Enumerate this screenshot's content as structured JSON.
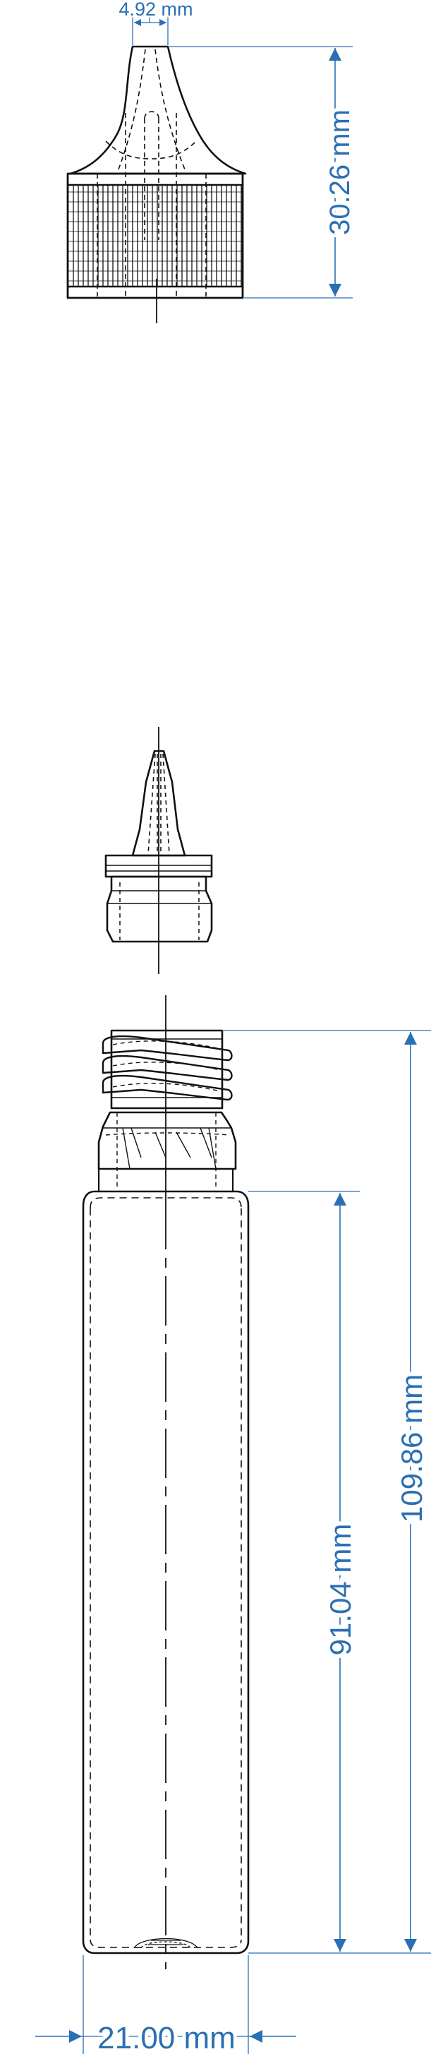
{
  "colors": {
    "line": "#111111",
    "dimension": "#2a6fb3",
    "background": "#ffffff"
  },
  "dimensions": {
    "nozzle_tip_width": "4.92 mm",
    "cap_height": "30.26 mm",
    "body_height": "91.04 mm",
    "total_height": "109.86 mm",
    "body_diameter": "21.00 mm"
  }
}
